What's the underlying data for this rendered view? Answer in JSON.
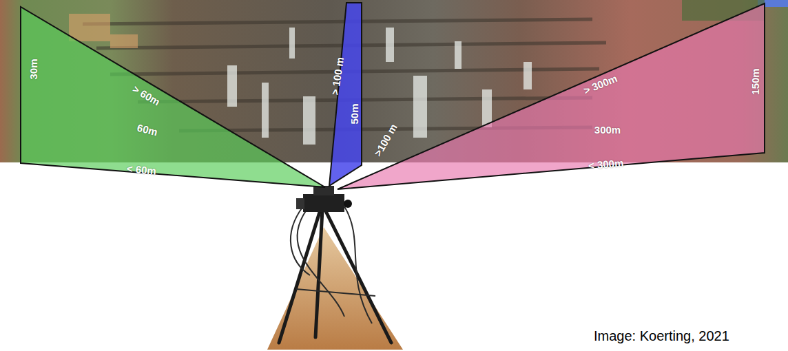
{
  "diagram": {
    "caption": "Image: Koerting, 2021",
    "nodes": [
      {
        "text": [
          "30m",
          "> 60m",
          "60m",
          "< 60m"
        ]
      },
      {
        "text": [
          "> 100 m",
          "50m",
          ">100 m"
        ]
      },
      {
        "text": [
          "> 300m",
          "300m",
          "< 300m",
          "150m"
        ]
      }
    ]
  }
}
